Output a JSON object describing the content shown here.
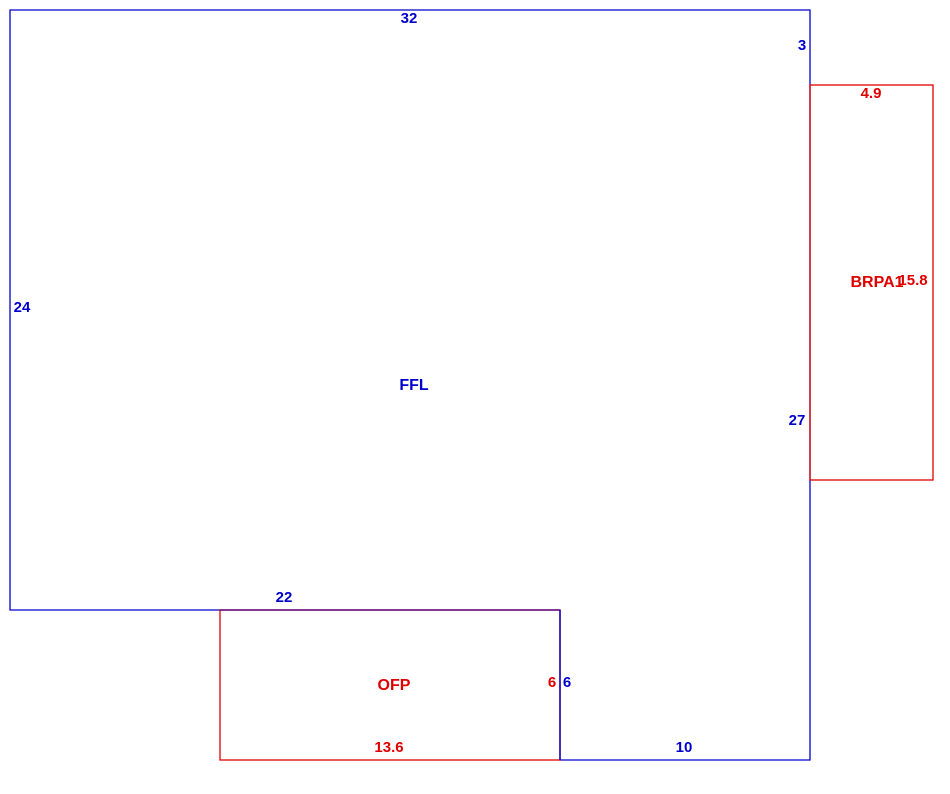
{
  "colors": {
    "primary": "#0000cc",
    "secondary": "#e00000",
    "background": "#ffffff"
  },
  "main_area": {
    "label": "FFL",
    "color": "#0000cc",
    "dimensions": {
      "top": "32",
      "right_upper": "3",
      "left": "24",
      "right_lower": "27",
      "step_top": "22",
      "step_inner": "6",
      "bottom": "10"
    }
  },
  "areas": {
    "brpa": {
      "label": "BRPA1",
      "color": "#e00000",
      "dimensions": {
        "top": "4.9",
        "side": "15.8"
      }
    },
    "ofp": {
      "label": "OFP",
      "color": "#e00000",
      "dimensions": {
        "side": "6",
        "bottom": "13.6"
      }
    }
  }
}
